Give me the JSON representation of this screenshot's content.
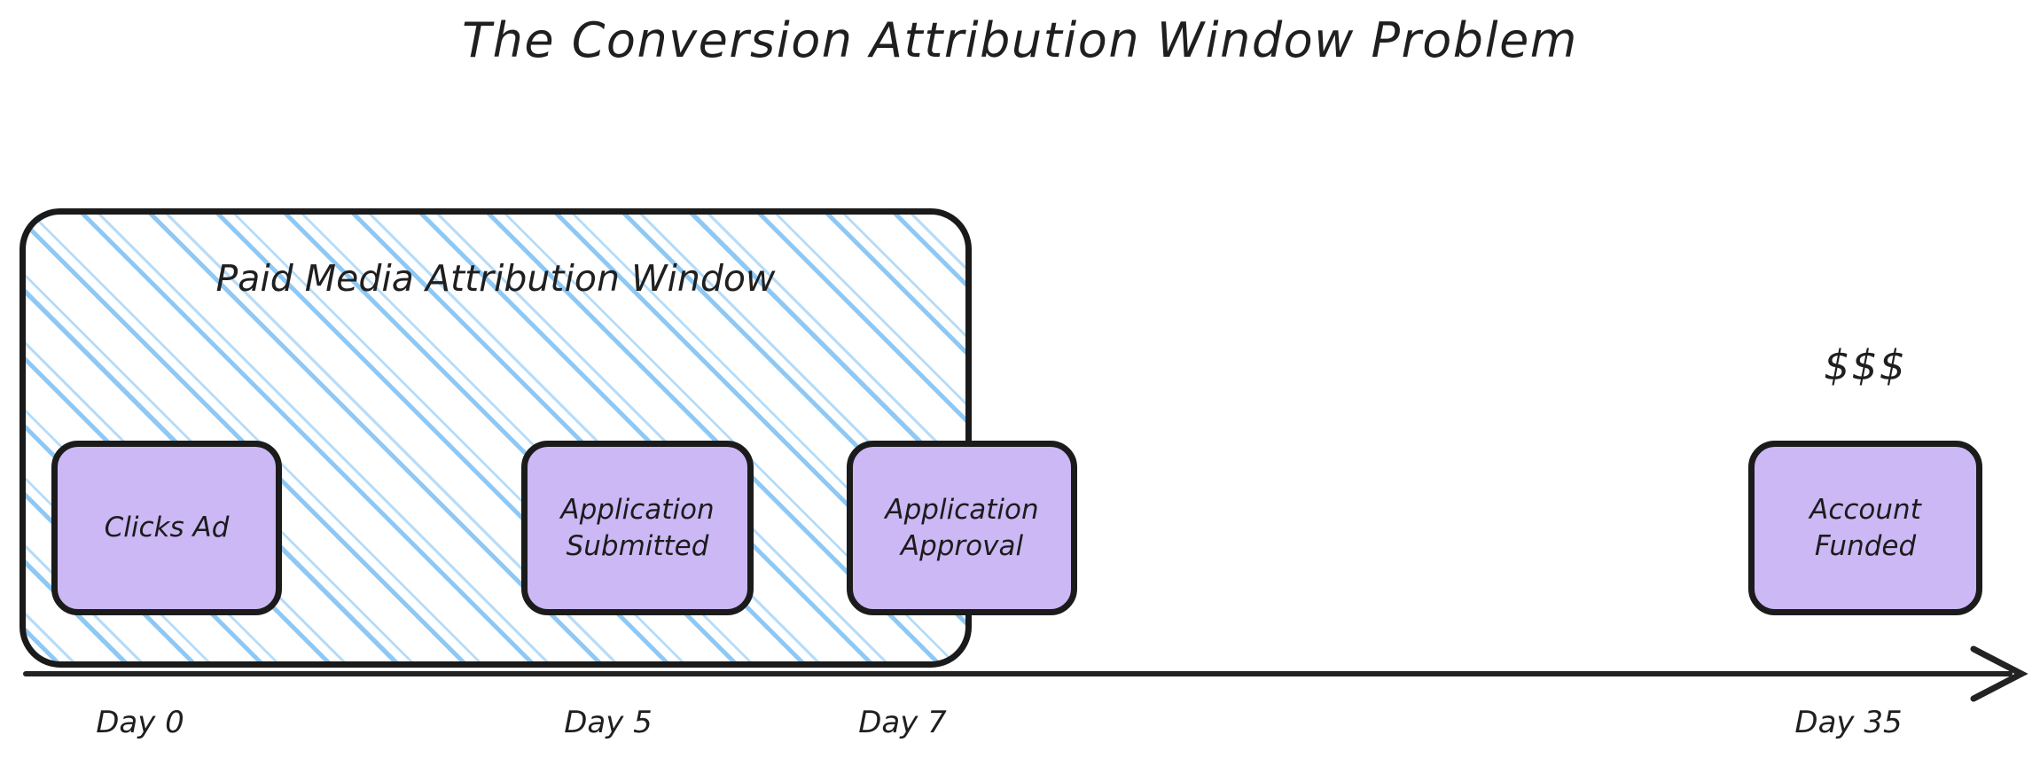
{
  "title": "The Conversion Attribution Window Problem",
  "colors": {
    "node_fill": "#cbb8f5",
    "stroke": "#1b1b1b",
    "hatch_blue": "#8ec8f5",
    "hatch_blue_light": "#b6dcf9",
    "background": "#ffffff"
  },
  "attribution_window": {
    "label": "Paid Media Attribution Window",
    "start_day": "Day 0",
    "end_day": "Day 7"
  },
  "timeline": {
    "axis_direction": "left-to-right",
    "ticks": [
      {
        "id": "day0",
        "label": "Day 0",
        "day": 0
      },
      {
        "id": "day5",
        "label": "Day 5",
        "day": 5
      },
      {
        "id": "day7",
        "label": "Day 7",
        "day": 7
      },
      {
        "id": "day35",
        "label": "Day 35",
        "day": 35
      }
    ]
  },
  "events": [
    {
      "id": "clicks-ad",
      "label": "Clicks Ad",
      "day": 0,
      "inside_window": true
    },
    {
      "id": "app-submitted",
      "label": "Application\nSubmitted",
      "day": 5,
      "inside_window": true
    },
    {
      "id": "app-approval",
      "label": "Application\nApproval",
      "day": 7,
      "inside_window": true
    },
    {
      "id": "account-funded",
      "label": "Account\nFunded",
      "day": 35,
      "inside_window": false
    }
  ],
  "annotations": {
    "money": "$$$"
  }
}
